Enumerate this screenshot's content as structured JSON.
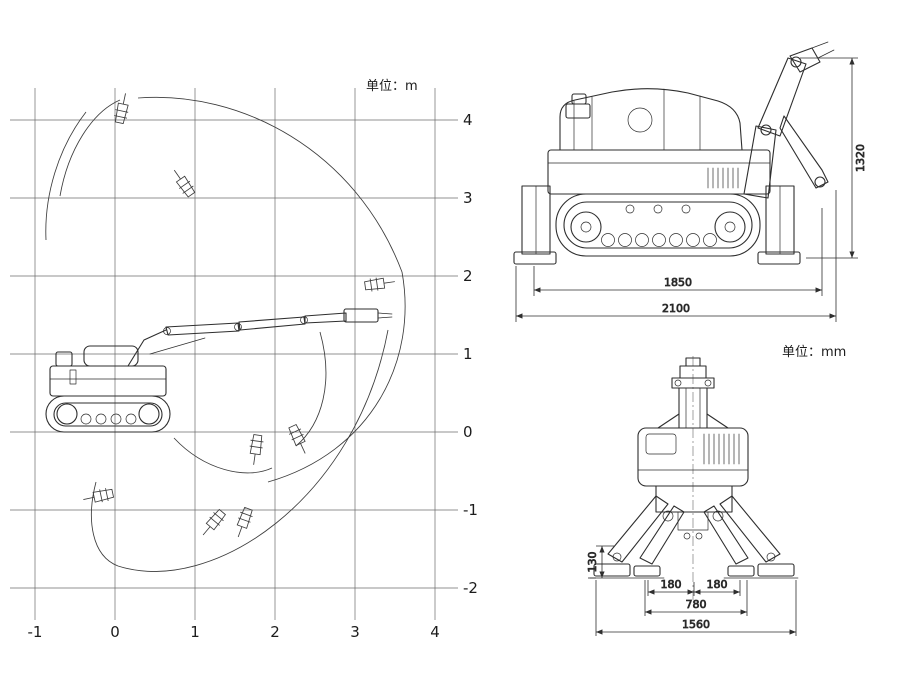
{
  "drawing": {
    "background": "#ffffff",
    "stroke_color": "#2e2e2e"
  },
  "workspace_chart": {
    "unit_label": "单位：m",
    "x_ticks": [
      "-1",
      "0",
      "1",
      "2",
      "3",
      "4"
    ],
    "y_ticks": [
      "4",
      "3",
      "2",
      "1",
      "0",
      "-1",
      "-2"
    ]
  },
  "transport_view": {
    "dim_track_width": "1850",
    "dim_overall_width": "2100",
    "dim_overall_height": "1320"
  },
  "outrigger_view": {
    "unit_label": "单位：mm",
    "dim_pad_height": "130",
    "dim_pad_left": "180",
    "dim_pad_right": "180",
    "dim_inner_span": "780",
    "dim_outer_span": "1560"
  }
}
